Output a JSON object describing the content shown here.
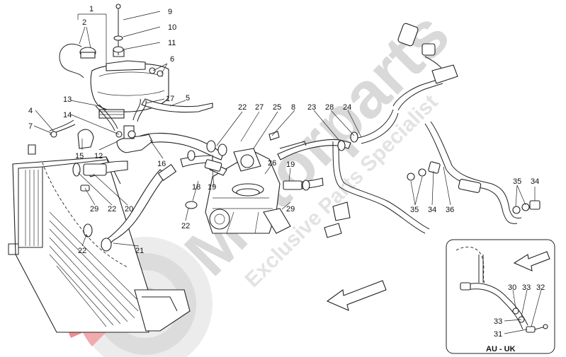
{
  "watermark": {
    "brand": "Motorparts",
    "tagline": "Exclusive Parts Specialist",
    "logo_colors": {
      "red": "#e8333a",
      "grey": "#cfcfcf"
    }
  },
  "inset": {
    "title": "AU - UK"
  },
  "callouts": [
    {
      "id": "c1",
      "text": "1"
    },
    {
      "id": "c2",
      "text": "2"
    },
    {
      "id": "c9",
      "text": "9"
    },
    {
      "id": "c10",
      "text": "10"
    },
    {
      "id": "c11",
      "text": "11"
    },
    {
      "id": "c6",
      "text": "6"
    },
    {
      "id": "c13",
      "text": "13"
    },
    {
      "id": "c17",
      "text": "17"
    },
    {
      "id": "c5",
      "text": "5"
    },
    {
      "id": "c4",
      "text": "4"
    },
    {
      "id": "c14",
      "text": "14"
    },
    {
      "id": "c7",
      "text": "7"
    },
    {
      "id": "c15",
      "text": "15"
    },
    {
      "id": "c12",
      "text": "12"
    },
    {
      "id": "c16",
      "text": "16"
    },
    {
      "id": "c22a",
      "text": "22"
    },
    {
      "id": "c27",
      "text": "27"
    },
    {
      "id": "c25",
      "text": "25"
    },
    {
      "id": "c8",
      "text": "8"
    },
    {
      "id": "c23",
      "text": "23"
    },
    {
      "id": "c28",
      "text": "28"
    },
    {
      "id": "c24",
      "text": "24"
    },
    {
      "id": "c26",
      "text": "26"
    },
    {
      "id": "c19a",
      "text": "19"
    },
    {
      "id": "c19b",
      "text": "19"
    },
    {
      "id": "c18",
      "text": "18"
    },
    {
      "id": "c29a",
      "text": "29"
    },
    {
      "id": "c22b",
      "text": "22"
    },
    {
      "id": "c20",
      "text": "20"
    },
    {
      "id": "c22c",
      "text": "22"
    },
    {
      "id": "c29b",
      "text": "29"
    },
    {
      "id": "c21",
      "text": "21"
    },
    {
      "id": "c22d",
      "text": "22"
    },
    {
      "id": "c35a",
      "text": "35"
    },
    {
      "id": "c34a",
      "text": "34"
    },
    {
      "id": "c36",
      "text": "36"
    },
    {
      "id": "c35b",
      "text": "35"
    },
    {
      "id": "c34b",
      "text": "34"
    },
    {
      "id": "c30",
      "text": "30"
    },
    {
      "id": "c33a",
      "text": "33"
    },
    {
      "id": "c32",
      "text": "32"
    },
    {
      "id": "c33b",
      "text": "33"
    },
    {
      "id": "c31",
      "text": "31"
    }
  ]
}
